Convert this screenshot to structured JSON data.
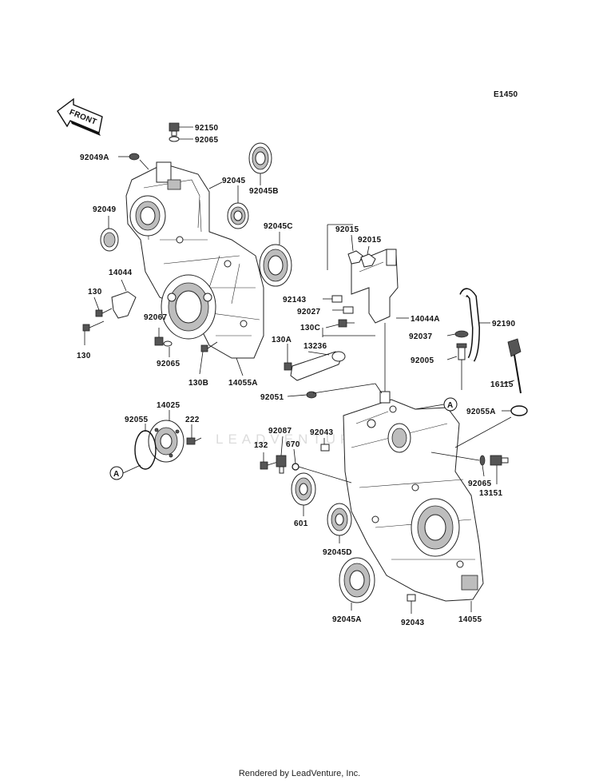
{
  "diagram_code": "E1450",
  "front_label": "FRONT",
  "callout_letter": "A",
  "watermark": "LEADVENTURE",
  "footer": "Rendered by LeadVenture, Inc.",
  "part_labels": {
    "p92150": "92150",
    "p92065_top": "92065",
    "p92049A": "92049A",
    "p92045": "92045",
    "p92045B": "92045B",
    "p92049": "92049",
    "p92045C": "92045C",
    "p14044": "14044",
    "p130_a": "130",
    "p130_b": "130",
    "p92067": "92067",
    "p92065_mid": "92065",
    "p130B": "130B",
    "p14055A": "14055A",
    "p92015_a": "92015",
    "p92015_b": "92015",
    "p92143": "92143",
    "p92027": "92027",
    "p14044A": "14044A",
    "p130C": "130C",
    "p92190": "92190",
    "p92037": "92037",
    "p130A": "130A",
    "p13236": "13236",
    "p92005": "92005",
    "p16115": "16115",
    "p92051": "92051",
    "p14025": "14025",
    "p92055": "92055",
    "p222": "222",
    "p92055A": "92055A",
    "p92087": "92087",
    "p92043_top": "92043",
    "p132": "132",
    "p670": "670",
    "p92065_right": "92065",
    "p13151": "13151",
    "p601": "601",
    "p92045D": "92045D",
    "p92045A": "92045A",
    "p92043_bot": "92043",
    "p14055": "14055"
  }
}
